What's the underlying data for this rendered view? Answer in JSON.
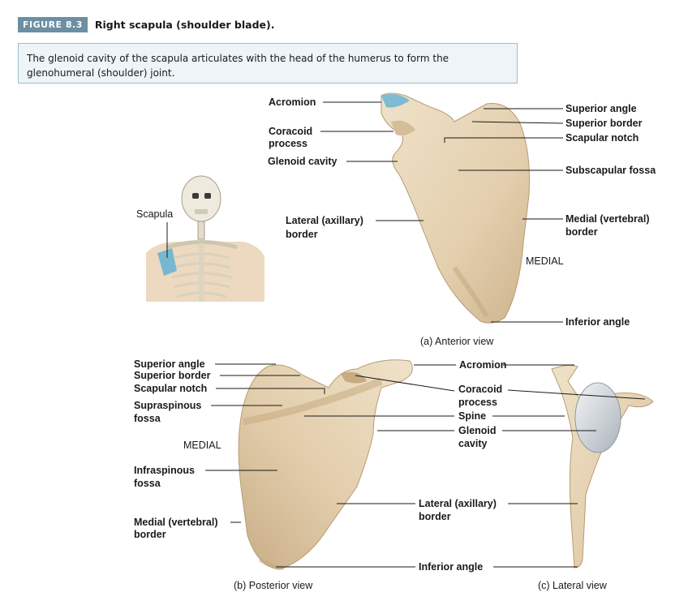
{
  "figure": {
    "badge": "FIGURE 8.3",
    "title": "Right scapula (shoulder blade).",
    "caption": "The glenoid cavity of the scapula articulates with the head of the humerus to form the glenohumeral (shoulder) joint."
  },
  "anterior": {
    "view_label": "(a) Anterior view",
    "medial": "MEDIAL",
    "acromion": "Acromion",
    "coracoid_l1": "Coracoid",
    "coracoid_l2": "process",
    "glenoid": "Glenoid cavity",
    "lateral_l1": "Lateral (axillary)",
    "lateral_l2": "border",
    "superior_angle": "Superior angle",
    "superior_border": "Superior border",
    "scapular_notch": "Scapular notch",
    "subscapular": "Subscapular fossa",
    "medial_l1": "Medial (vertebral)",
    "medial_l2": "border",
    "inferior_angle": "Inferior angle"
  },
  "skeleton": {
    "scapula": "Scapula"
  },
  "posterior": {
    "view_label": "(b) Posterior view",
    "medial": "MEDIAL",
    "superior_angle": "Superior angle",
    "superior_border": "Superior border",
    "scapular_notch": "Scapular notch",
    "supraspinous_l1": "Supraspinous",
    "supraspinous_l2": "fossa",
    "infraspinous_l1": "Infraspinous",
    "infraspinous_l2": "fossa",
    "medial_l1": "Medial (vertebral)",
    "medial_l2": "border",
    "acromion": "Acromion",
    "coracoid_l1": "Coracoid",
    "coracoid_l2": "process",
    "spine": "Spine",
    "glenoid_l1": "Glenoid",
    "glenoid_l2": "cavity",
    "lateral_l1": "Lateral (axillary)",
    "lateral_l2": "border",
    "inferior_angle": "Inferior angle"
  },
  "lateral": {
    "view_label": "(c) Lateral view"
  },
  "colors": {
    "bone": "#e6d5b8",
    "bone_shadow": "#c9b08a",
    "badge": "#6b8fa3",
    "highlight": "#5aaed6",
    "cartilage": "#cfd6dc"
  }
}
